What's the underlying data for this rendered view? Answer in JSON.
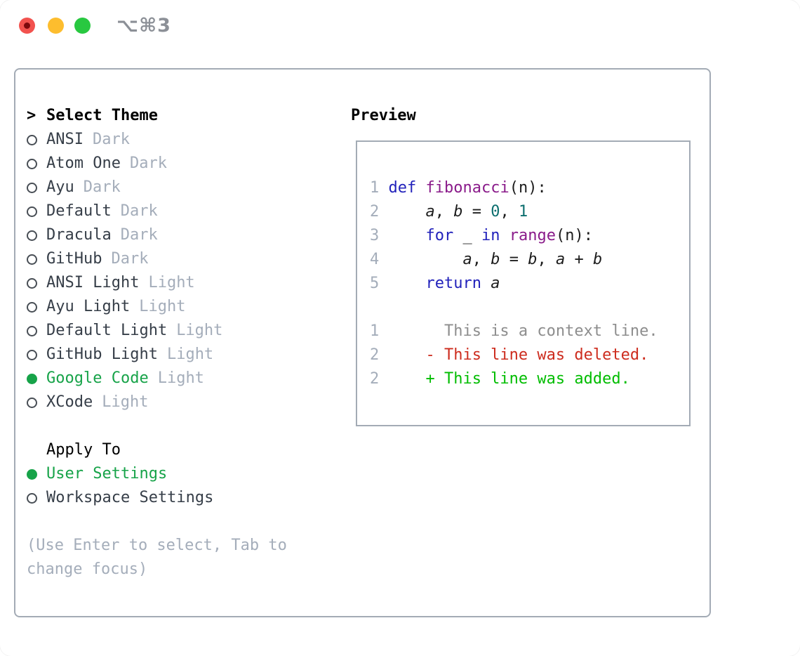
{
  "window": {
    "title": "⌥⌘3",
    "traffic_lights": [
      "close",
      "minimize",
      "zoom"
    ]
  },
  "colors": {
    "accent_green": "#17a349",
    "muted": "#a4adba",
    "name": "#363e48",
    "circle": "#484e55",
    "border": "#a3abb5",
    "title_gray": "#8c9097",
    "light_red": "#f2524e",
    "light_red_dot": "#7d090c",
    "light_yellow": "#fdbd2e",
    "light_green": "#28c840",
    "kw": "#2222bb",
    "fn": "#8a1b8a",
    "lit": "#0d6f6f",
    "code": "#1d1d1d",
    "ctx": "#8d8d8d",
    "del": "#cd2c1e",
    "add": "#01bd01"
  },
  "sidebar": {
    "header": {
      "marker": ">",
      "label": "Select Theme"
    },
    "themes": [
      {
        "name": "ANSI",
        "tag": "Dark",
        "selected": false
      },
      {
        "name": "Atom One",
        "tag": "Dark",
        "selected": false
      },
      {
        "name": "Ayu",
        "tag": "Dark",
        "selected": false
      },
      {
        "name": "Default",
        "tag": "Dark",
        "selected": false
      },
      {
        "name": "Dracula",
        "tag": "Dark",
        "selected": false
      },
      {
        "name": "GitHub",
        "tag": "Dark",
        "selected": false
      },
      {
        "name": "ANSI Light",
        "tag": "Light",
        "selected": false
      },
      {
        "name": "Ayu Light",
        "tag": "Light",
        "selected": false
      },
      {
        "name": "Default Light",
        "tag": "Light",
        "selected": false
      },
      {
        "name": "GitHub Light",
        "tag": "Light",
        "selected": false
      },
      {
        "name": "Google Code",
        "tag": "Light",
        "selected": true
      },
      {
        "name": "XCode",
        "tag": "Light",
        "selected": false
      }
    ],
    "apply_to": {
      "label": "Apply To",
      "options": [
        {
          "name": "User Settings",
          "selected": true
        },
        {
          "name": "Workspace Settings",
          "selected": false
        }
      ]
    },
    "hint": "(Use Enter to select, Tab to change focus)"
  },
  "preview": {
    "title": "Preview",
    "lines": [
      {
        "num": "1",
        "kind": "code",
        "tokens": [
          [
            "kw",
            "def"
          ],
          [
            "txt",
            " "
          ],
          [
            "fn",
            "fibonacci"
          ],
          [
            "txt",
            "(n):"
          ]
        ]
      },
      {
        "num": "2",
        "kind": "code",
        "tokens": [
          [
            "txt",
            "    "
          ],
          [
            "var",
            "a"
          ],
          [
            "txt",
            ", "
          ],
          [
            "var",
            "b"
          ],
          [
            "txt",
            " = "
          ],
          [
            "lit",
            "0"
          ],
          [
            "txt",
            ", "
          ],
          [
            "lit",
            "1"
          ]
        ]
      },
      {
        "num": "3",
        "kind": "code",
        "tokens": [
          [
            "txt",
            "    "
          ],
          [
            "kw",
            "for"
          ],
          [
            "txt",
            " _ "
          ],
          [
            "kw",
            "in"
          ],
          [
            "txt",
            " "
          ],
          [
            "fn",
            "range"
          ],
          [
            "txt",
            "(n):"
          ]
        ]
      },
      {
        "num": "4",
        "kind": "code",
        "tokens": [
          [
            "txt",
            "        "
          ],
          [
            "var",
            "a"
          ],
          [
            "txt",
            ", "
          ],
          [
            "var",
            "b"
          ],
          [
            "txt",
            " = "
          ],
          [
            "var",
            "b"
          ],
          [
            "txt",
            ", "
          ],
          [
            "var",
            "a"
          ],
          [
            "txt",
            " + "
          ],
          [
            "var",
            "b"
          ]
        ]
      },
      {
        "num": "5",
        "kind": "code",
        "tokens": [
          [
            "txt",
            "    "
          ],
          [
            "kw",
            "return"
          ],
          [
            "txt",
            " "
          ],
          [
            "var",
            "a"
          ]
        ]
      },
      {
        "num": "",
        "kind": "blank",
        "tokens": []
      },
      {
        "num": "1",
        "kind": "context",
        "tokens": [
          [
            "ctx",
            "      This is a context line."
          ]
        ]
      },
      {
        "num": "2",
        "kind": "deleted",
        "tokens": [
          [
            "del",
            "    - This line was deleted."
          ]
        ]
      },
      {
        "num": "2",
        "kind": "added",
        "tokens": [
          [
            "add",
            "    + This line was added."
          ]
        ]
      }
    ]
  }
}
